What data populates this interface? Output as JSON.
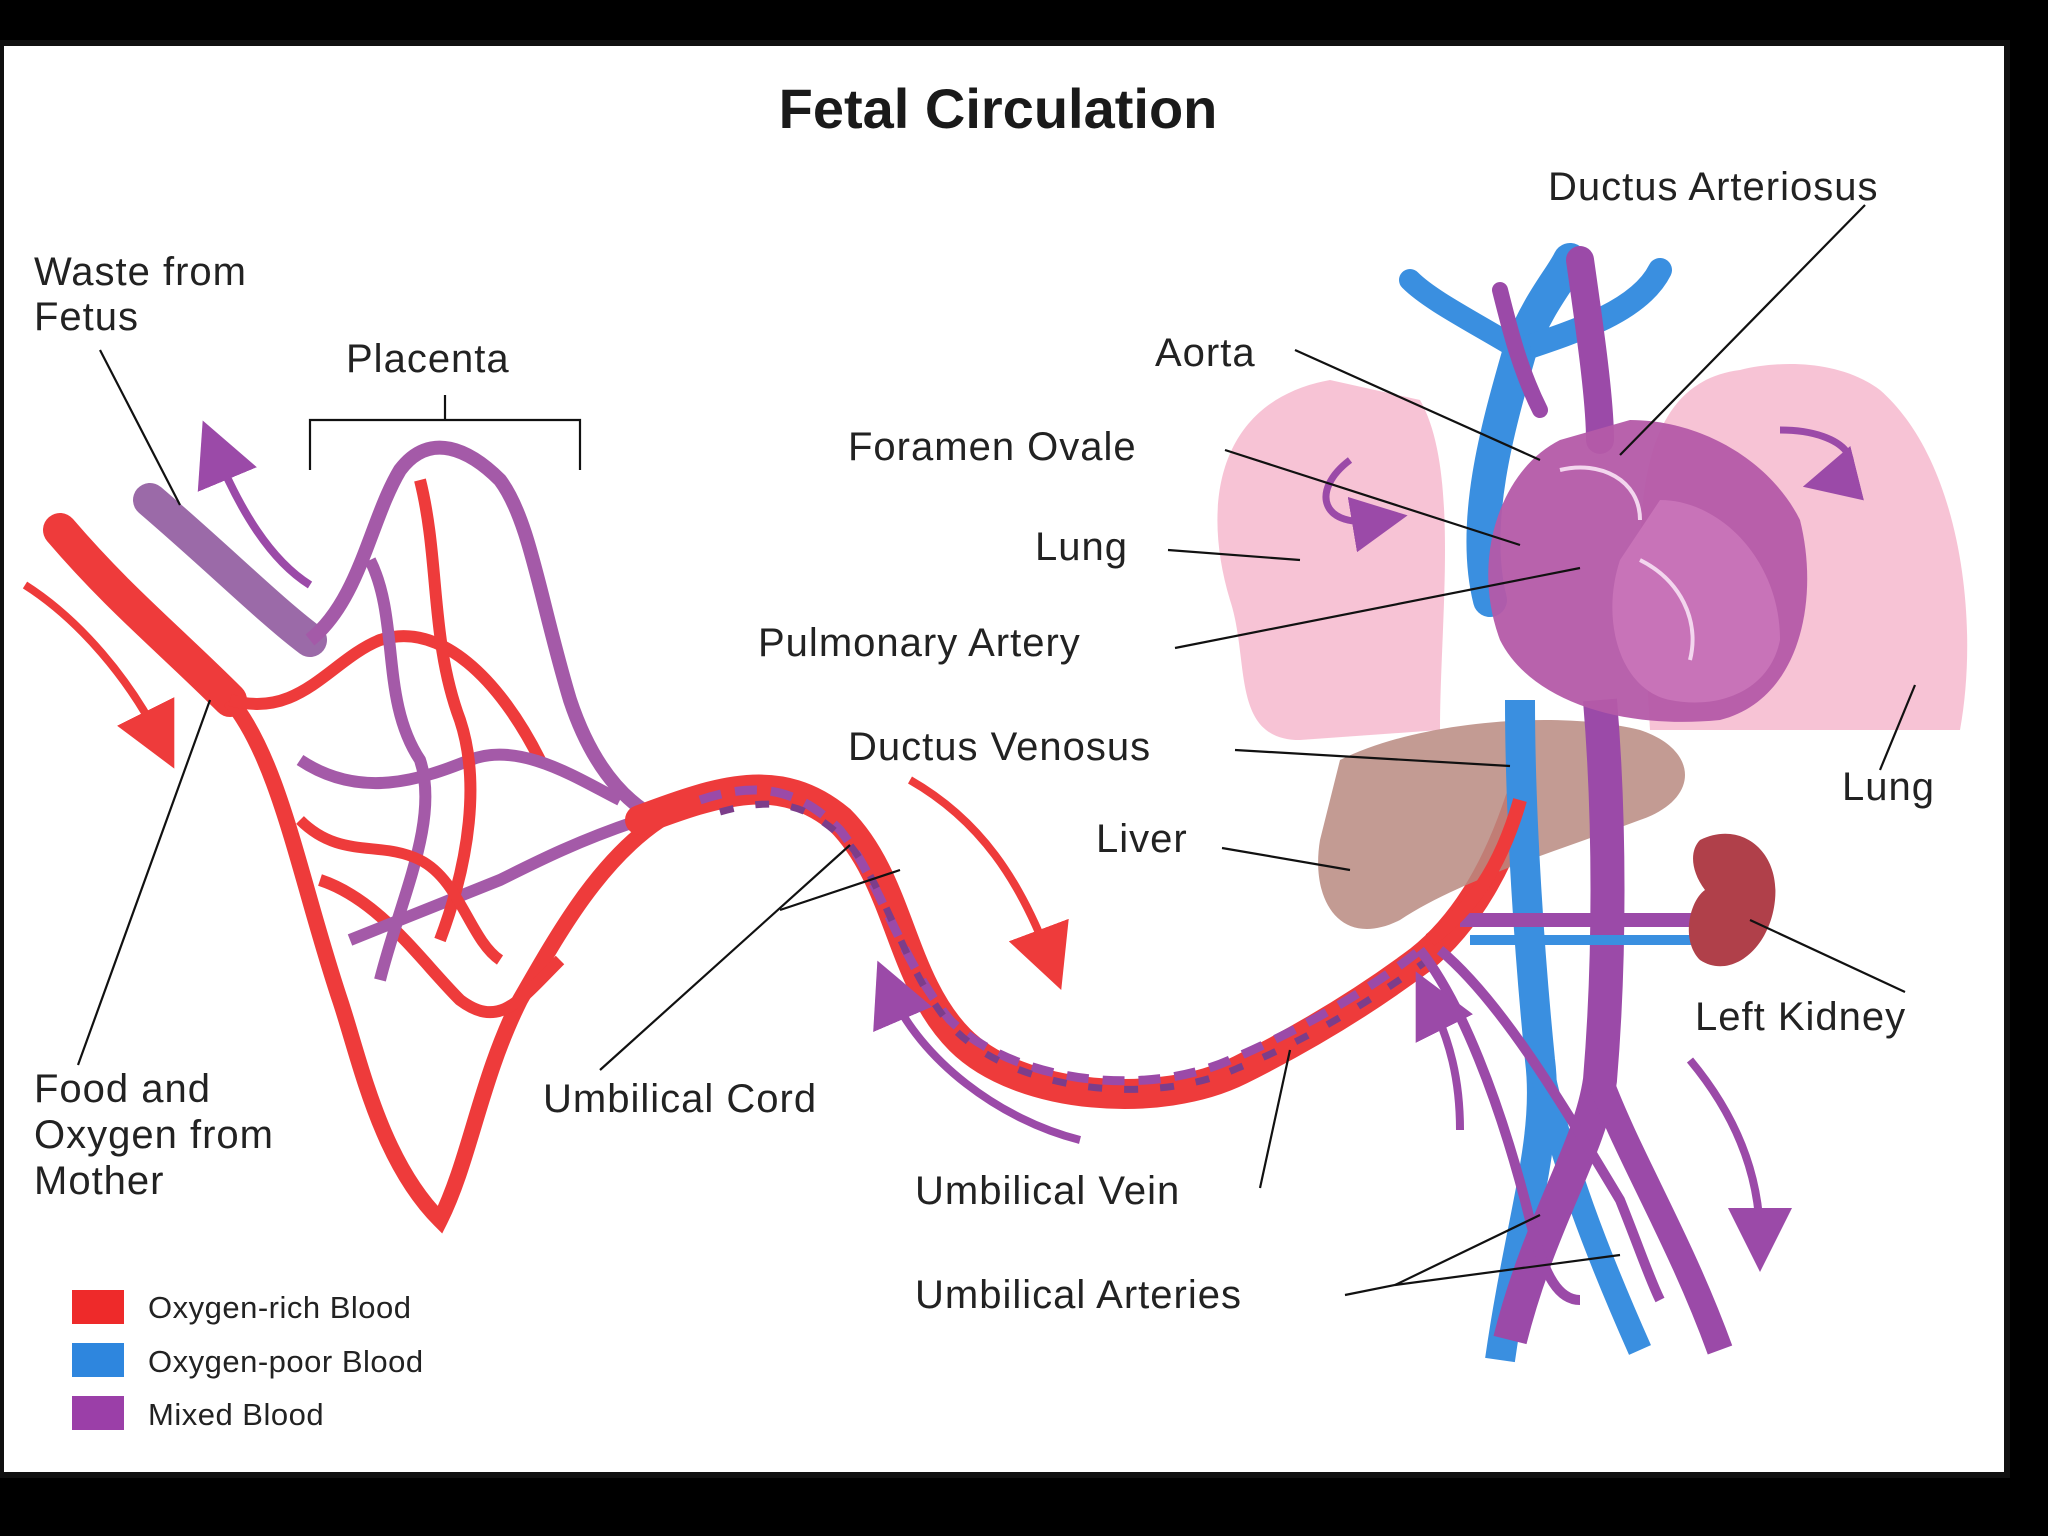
{
  "title": "Fetal Circulation",
  "labels": {
    "waste_line1": "Waste from",
    "waste_line2": "Fetus",
    "placenta": "Placenta",
    "food_line1": "Food and",
    "food_line2": "Oxygen from",
    "food_line3": "Mother",
    "umbilical_cord": "Umbilical Cord",
    "ductus_arteriosus": "Ductus Arteriosus",
    "aorta": "Aorta",
    "foramen_ovale": "Foramen Ovale",
    "lung_left": "Lung",
    "pulmonary_artery": "Pulmonary Artery",
    "ductus_venosus": "Ductus Venosus",
    "liver": "Liver",
    "lung_right": "Lung",
    "left_kidney": "Left Kidney",
    "umbilical_vein": "Umbilical Vein",
    "umbilical_arteries": "Umbilical Arteries"
  },
  "legend": [
    {
      "label": "Oxygen-rich Blood",
      "color": "#ee2a2a"
    },
    {
      "label": "Oxygen-poor Blood",
      "color": "#2e86de"
    },
    {
      "label": "Mixed Blood",
      "color": "#9b3fa8"
    }
  ],
  "colors": {
    "oxygen_rich": "#ee3b3b",
    "oxygen_poor": "#3a8fe0",
    "mixed": "#9b4aa8",
    "lung": "#f6bcd0",
    "liver": "#b98a80",
    "kidney": "#b0404a",
    "heart": "#b45aa8"
  }
}
